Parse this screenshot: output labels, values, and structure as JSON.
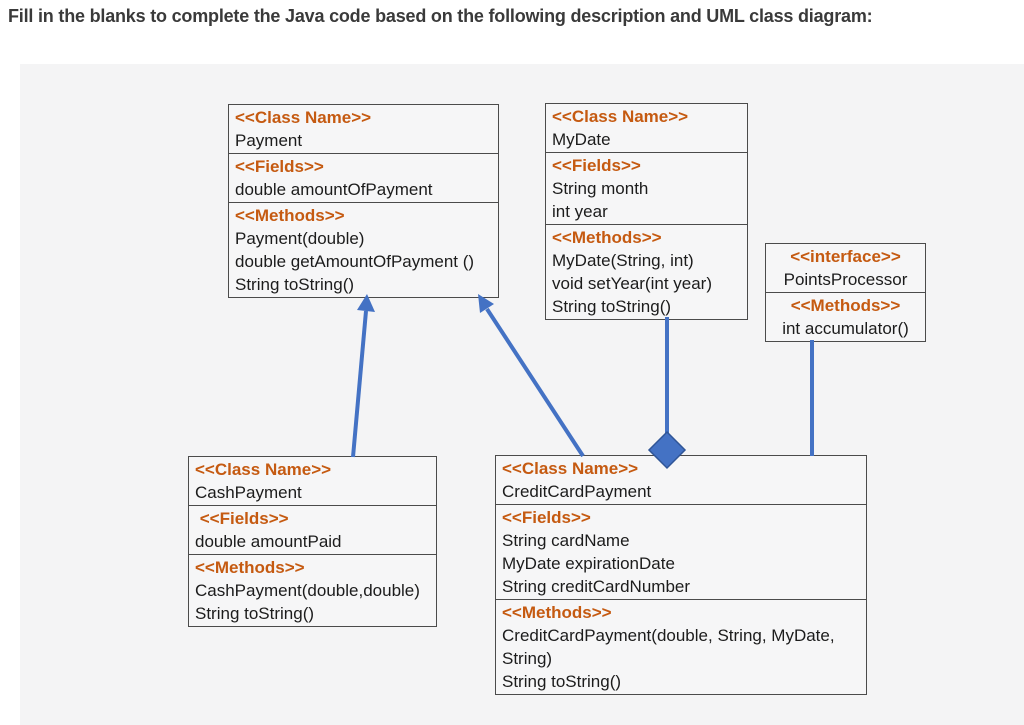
{
  "page": {
    "title": "Fill in the blanks to complete the Java code based on the following description and UML class diagram:"
  },
  "colors": {
    "accent_orange": "#c55a11",
    "arrow_blue": "#4472C4",
    "panel_bg": "#f4f4f5",
    "box_border": "#4b4b4b",
    "text": "#1c1c1c"
  },
  "classes": {
    "payment": {
      "stereotype_label": "<<Class Name>>",
      "name": "Payment",
      "fields_label": "<<Fields>>",
      "fields": [
        "double amountOfPayment"
      ],
      "methods_label": "<<Methods>>",
      "methods": [
        "Payment(double)",
        "double getAmountOfPayment ()",
        "String toString()"
      ]
    },
    "mydate": {
      "stereotype_label": "<<Class Name>>",
      "name": "MyDate",
      "fields_label": "<<Fields>>",
      "fields": [
        "String month",
        "int year"
      ],
      "methods_label": "<<Methods>>",
      "methods": [
        "MyDate(String, int)",
        "void setYear(int year)",
        "String toString()"
      ]
    },
    "pointsprocessor": {
      "stereotype_label": "<<interface>>",
      "name": "PointsProcessor",
      "methods_label": "<<Methods>>",
      "methods": [
        "int accumulator()"
      ]
    },
    "cashpayment": {
      "stereotype_label": "<<Class Name>>",
      "name": "CashPayment",
      "fields_label": " <<Fields>>",
      "fields": [
        "double amountPaid"
      ],
      "methods_label": "<<Methods>>",
      "methods": [
        "CashPayment(double,double)",
        "String toString()"
      ]
    },
    "creditcardpayment": {
      "stereotype_label": "<<Class Name>>",
      "name": "CreditCardPayment",
      "fields_label": "<<Fields>>",
      "fields": [
        "String cardName",
        "MyDate expirationDate",
        "String creditCardNumber"
      ],
      "methods_label": "<<Methods>>",
      "methods": [
        "CreditCardPayment(double, String, MyDate, String)",
        "String toString()"
      ]
    }
  },
  "relationships": [
    {
      "from": "CashPayment",
      "to": "Payment",
      "type": "inheritance"
    },
    {
      "from": "CreditCardPayment",
      "to": "Payment",
      "type": "inheritance"
    },
    {
      "from": "MyDate",
      "to": "CreditCardPayment",
      "type": "composition"
    },
    {
      "from": "PointsProcessor",
      "to": "CreditCardPayment",
      "type": "association"
    }
  ]
}
